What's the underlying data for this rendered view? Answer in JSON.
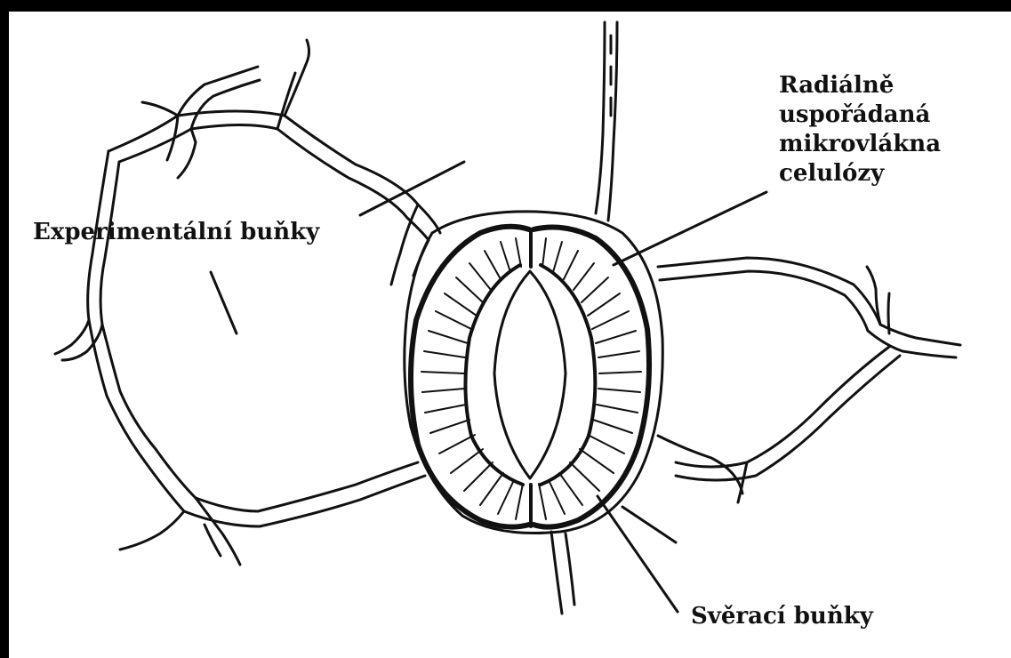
{
  "labels": {
    "radial_line1": "Radiálně",
    "radial_line2": "uspořádaná",
    "radial_line3": "mikrovlákna",
    "radial_line4": "celulózy",
    "experimental": "Experimentální buňky",
    "guard": "Svěrací buňky"
  },
  "colors": {
    "ink": "#111111",
    "background": "#ffffff",
    "frame": "#000000"
  }
}
